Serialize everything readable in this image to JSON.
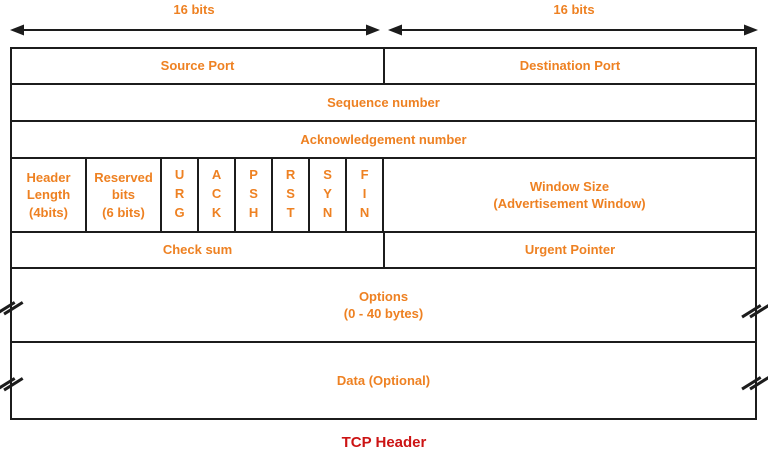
{
  "title": "TCP Header",
  "palette": {
    "orange_text": "#EE8122",
    "red_title": "#CC1414",
    "line": "#1C1C1C"
  },
  "rulers": {
    "left_label": "16 bits",
    "right_label": "16 bits"
  },
  "header_fields": {
    "source_port": "Source Port",
    "destination_port": "Destination Port",
    "sequence_number": "Sequence number",
    "acknowledgement_number": "Acknowledgement number",
    "header_length": "Header\nLength\n(4bits)",
    "reserved_bits": "Reserved\nbits\n(6 bits)",
    "window_size": "Window Size\n(Advertisement Window)",
    "checksum": "Check sum",
    "urgent_pointer": "Urgent Pointer",
    "options": "Options\n(0 - 40 bytes)",
    "data": "Data (Optional)"
  },
  "flags": [
    {
      "label": "URG"
    },
    {
      "label": "ACK"
    },
    {
      "label": "PSH"
    },
    {
      "label": "RST"
    },
    {
      "label": "SYN"
    },
    {
      "label": "FIN"
    }
  ]
}
